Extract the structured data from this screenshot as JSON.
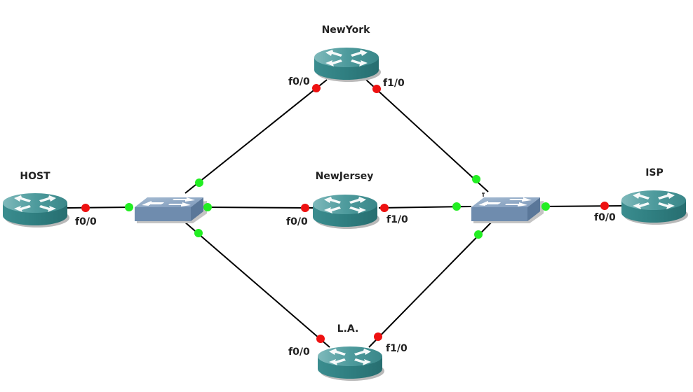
{
  "colors": {
    "link": "#000000",
    "port_up": "#22ee22",
    "port_down": "#ee1111",
    "router_top": "#4f9a9c",
    "router_side": "#2f7f81",
    "switch_top": "#8aa4c0",
    "switch_side": "#6c89aa"
  },
  "nodes": [
    {
      "id": "newyork",
      "label": "NewYork",
      "type": "router"
    },
    {
      "id": "newjersey",
      "label": "NewJersey",
      "type": "router"
    },
    {
      "id": "la",
      "label": "L.A.",
      "type": "router"
    },
    {
      "id": "host",
      "label": "HOST",
      "type": "router"
    },
    {
      "id": "isp",
      "label": "ISP",
      "type": "router"
    },
    {
      "id": "sw1",
      "label": "",
      "type": "switch"
    },
    {
      "id": "sw2",
      "label": "",
      "type": "switch"
    }
  ],
  "port_labels": {
    "newyork_f00": "f0/0",
    "newyork_f10": "f1/0",
    "newjersey_f00": "f0/0",
    "newjersey_f10": "f1/0",
    "la_f00": "f0/0",
    "la_f10": "f1/0",
    "host_f00": "f0/0",
    "isp_f00": "f0/0"
  },
  "links": [
    {
      "from": "host",
      "to": "sw1",
      "from_port": "f0/0",
      "from_status": "down",
      "to_status": "up"
    },
    {
      "from": "sw1",
      "to": "newyork",
      "to_port": "f0/0",
      "from_status": "up",
      "to_status": "down"
    },
    {
      "from": "sw1",
      "to": "newjersey",
      "to_port": "f0/0",
      "from_status": "up",
      "to_status": "down"
    },
    {
      "from": "sw1",
      "to": "la",
      "to_port": "f0/0",
      "from_status": "up",
      "to_status": "down"
    },
    {
      "from": "newyork",
      "to": "sw2",
      "from_port": "f1/0",
      "from_status": "down",
      "to_status": "up"
    },
    {
      "from": "newjersey",
      "to": "sw2",
      "from_port": "f1/0",
      "from_status": "down",
      "to_status": "up"
    },
    {
      "from": "la",
      "to": "sw2",
      "from_port": "f1/0",
      "from_status": "down",
      "to_status": "up"
    },
    {
      "from": "sw2",
      "to": "isp",
      "to_port": "f0/0",
      "from_status": "up",
      "to_status": "down"
    }
  ]
}
